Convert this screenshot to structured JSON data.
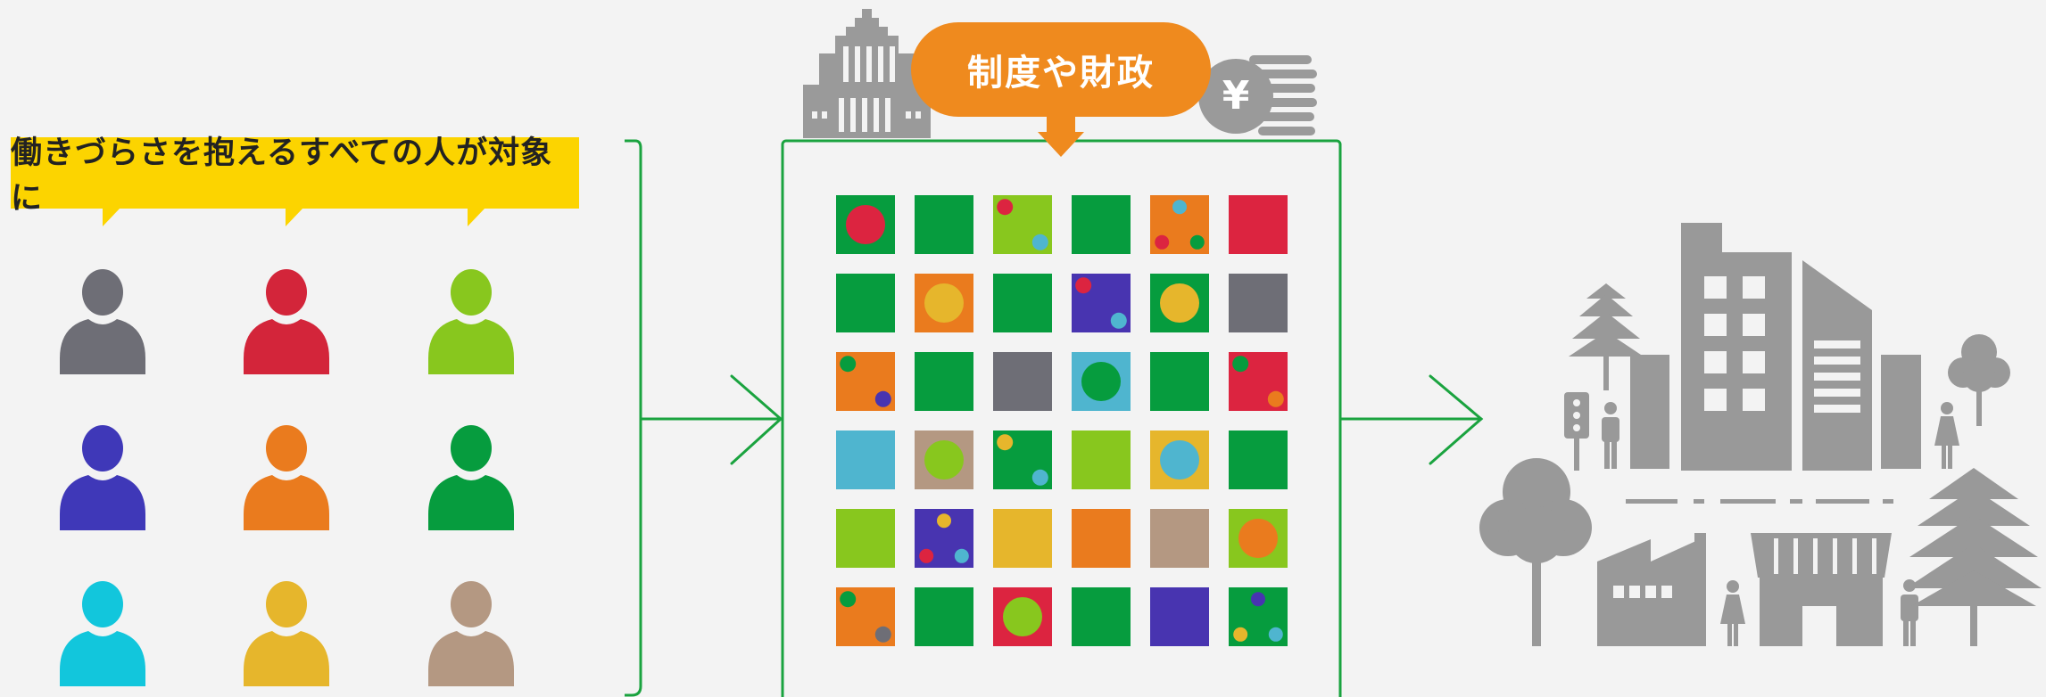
{
  "left_panel": {
    "callout_text": "働きづらさを抱えるすべての人が対象に",
    "people_colors": [
      "#6e6e76",
      "#d3253a",
      "#88c71e",
      "#3f38b8",
      "#ea7b1e",
      "#069c3e",
      "#12c6dc",
      "#e6b62c",
      "#b49882"
    ]
  },
  "center_panel": {
    "policy_label": "制度や財政",
    "yen_symbol": "¥",
    "grid": [
      [
        {
          "bg": "#069c3e",
          "dots": [
            {
              "c": "#dc2440",
              "r": 1
            }
          ]
        },
        {
          "bg": "#069c3e",
          "dots": []
        },
        {
          "bg": "#88c71e",
          "dots": [
            {
              "c": "#dc2440",
              "r": 0.3,
              "p": "tl"
            },
            {
              "c": "#4fb5cf",
              "r": 0.3,
              "p": "br"
            }
          ]
        },
        {
          "bg": "#069c3e",
          "dots": []
        },
        {
          "bg": "#ea7b1e",
          "dots": [
            {
              "c": "#4fb5cf",
              "r": 0.25,
              "p": "t"
            },
            {
              "c": "#dc2440",
              "r": 0.25,
              "p": "bl"
            },
            {
              "c": "#069c3e",
              "r": 0.25,
              "p": "br"
            }
          ]
        },
        {
          "bg": "#dc2440",
          "dots": []
        }
      ],
      [
        {
          "bg": "#069c3e",
          "dots": []
        },
        {
          "bg": "#ea7b1e",
          "dots": [
            {
              "c": "#e6b62c",
              "r": 1
            }
          ]
        },
        {
          "bg": "#069c3e",
          "dots": []
        },
        {
          "bg": "#4834b0",
          "dots": [
            {
              "c": "#dc2440",
              "r": 0.3,
              "p": "tl"
            },
            {
              "c": "#4fb5cf",
              "r": 0.3,
              "p": "br"
            }
          ]
        },
        {
          "bg": "#069c3e",
          "dots": [
            {
              "c": "#e6b62c",
              "r": 1
            }
          ]
        },
        {
          "bg": "#6e6e76",
          "dots": []
        }
      ],
      [
        {
          "bg": "#ea7b1e",
          "dots": [
            {
              "c": "#069c3e",
              "r": 0.3,
              "p": "tl"
            },
            {
              "c": "#4834b0",
              "r": 0.3,
              "p": "br"
            }
          ]
        },
        {
          "bg": "#069c3e",
          "dots": []
        },
        {
          "bg": "#6e6e76",
          "dots": []
        },
        {
          "bg": "#4fb5cf",
          "dots": [
            {
              "c": "#069c3e",
              "r": 1
            }
          ]
        },
        {
          "bg": "#069c3e",
          "dots": []
        },
        {
          "bg": "#dc2440",
          "dots": [
            {
              "c": "#069c3e",
              "r": 0.3,
              "p": "tl"
            },
            {
              "c": "#ea7b1e",
              "r": 0.3,
              "p": "br"
            }
          ]
        }
      ],
      [
        {
          "bg": "#4fb5cf",
          "dots": []
        },
        {
          "bg": "#b49882",
          "dots": [
            {
              "c": "#88c71e",
              "r": 1
            }
          ]
        },
        {
          "bg": "#069c3e",
          "dots": [
            {
              "c": "#e6b62c",
              "r": 0.3,
              "p": "tl"
            },
            {
              "c": "#4fb5cf",
              "r": 0.3,
              "p": "br"
            }
          ]
        },
        {
          "bg": "#88c71e",
          "dots": []
        },
        {
          "bg": "#e6b62c",
          "dots": [
            {
              "c": "#4fb5cf",
              "r": 1
            }
          ]
        },
        {
          "bg": "#069c3e",
          "dots": []
        }
      ],
      [
        {
          "bg": "#88c71e",
          "dots": []
        },
        {
          "bg": "#4834b0",
          "dots": [
            {
              "c": "#e6b62c",
              "r": 0.25,
              "p": "t"
            },
            {
              "c": "#dc2440",
              "r": 0.25,
              "p": "bl"
            },
            {
              "c": "#4fb5cf",
              "r": 0.25,
              "p": "br"
            }
          ]
        },
        {
          "bg": "#e6b62c",
          "dots": []
        },
        {
          "bg": "#ea7b1e",
          "dots": []
        },
        {
          "bg": "#b49882",
          "dots": []
        },
        {
          "bg": "#88c71e",
          "dots": [
            {
              "c": "#ea7b1e",
              "r": 1
            }
          ]
        }
      ],
      [
        {
          "bg": "#ea7b1e",
          "dots": [
            {
              "c": "#069c3e",
              "r": 0.3,
              "p": "tl"
            },
            {
              "c": "#6e6e76",
              "r": 0.3,
              "p": "br"
            }
          ]
        },
        {
          "bg": "#069c3e",
          "dots": []
        },
        {
          "bg": "#dc2440",
          "dots": [
            {
              "c": "#88c71e",
              "r": 1
            }
          ]
        },
        {
          "bg": "#069c3e",
          "dots": []
        },
        {
          "bg": "#4834b0",
          "dots": []
        },
        {
          "bg": "#069c3e",
          "dots": [
            {
              "c": "#4834b0",
              "r": 0.25,
              "p": "t"
            },
            {
              "c": "#e6b62c",
              "r": 0.25,
              "p": "bl"
            },
            {
              "c": "#4fb5cf",
              "r": 0.25,
              "p": "br"
            }
          ]
        }
      ]
    ]
  },
  "colors": {
    "connector": "#1aa33f",
    "city_gray": "#999999",
    "icon_gray": "#9a9a9a",
    "policy_orange": "#ef8a1e",
    "callout_yellow": "#fcd400"
  }
}
